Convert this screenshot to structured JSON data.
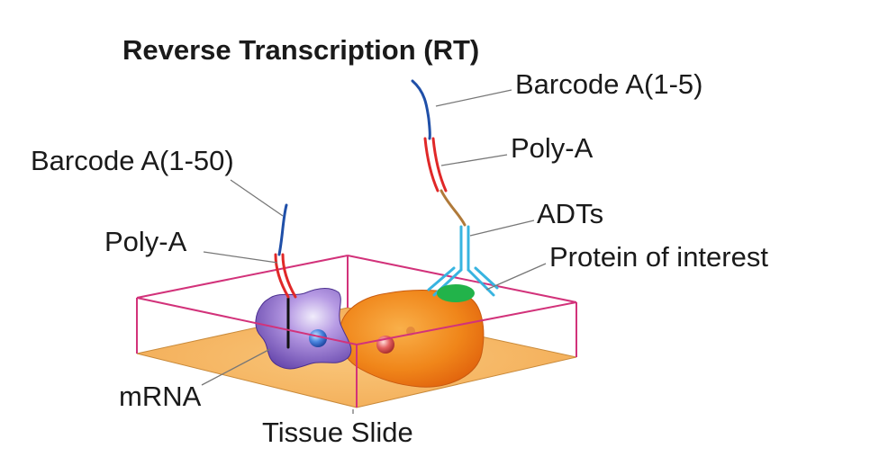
{
  "title": "Reverse Transcription (RT)",
  "labels": {
    "barcode_right": "Barcode A(1-5)",
    "polya_right": "Poly-A",
    "barcode_left": "Barcode A(1-50)",
    "adts": "ADTs",
    "polya_left": "Poly-A",
    "protein": "Protein of interest",
    "mrna": "mRNA",
    "tissue_slide": "Tissue Slide"
  },
  "colors": {
    "barcode_strand": "#1f4fa8",
    "polya_strand": "#e02828",
    "linker": "#b07a3a",
    "antibody": "#38b4e0",
    "protein": "#22b34a",
    "cell_orange": "#f08a1c",
    "cell_purple": "#8a62c8",
    "slide": "#f5b460",
    "box_edge": "#d2327a"
  }
}
